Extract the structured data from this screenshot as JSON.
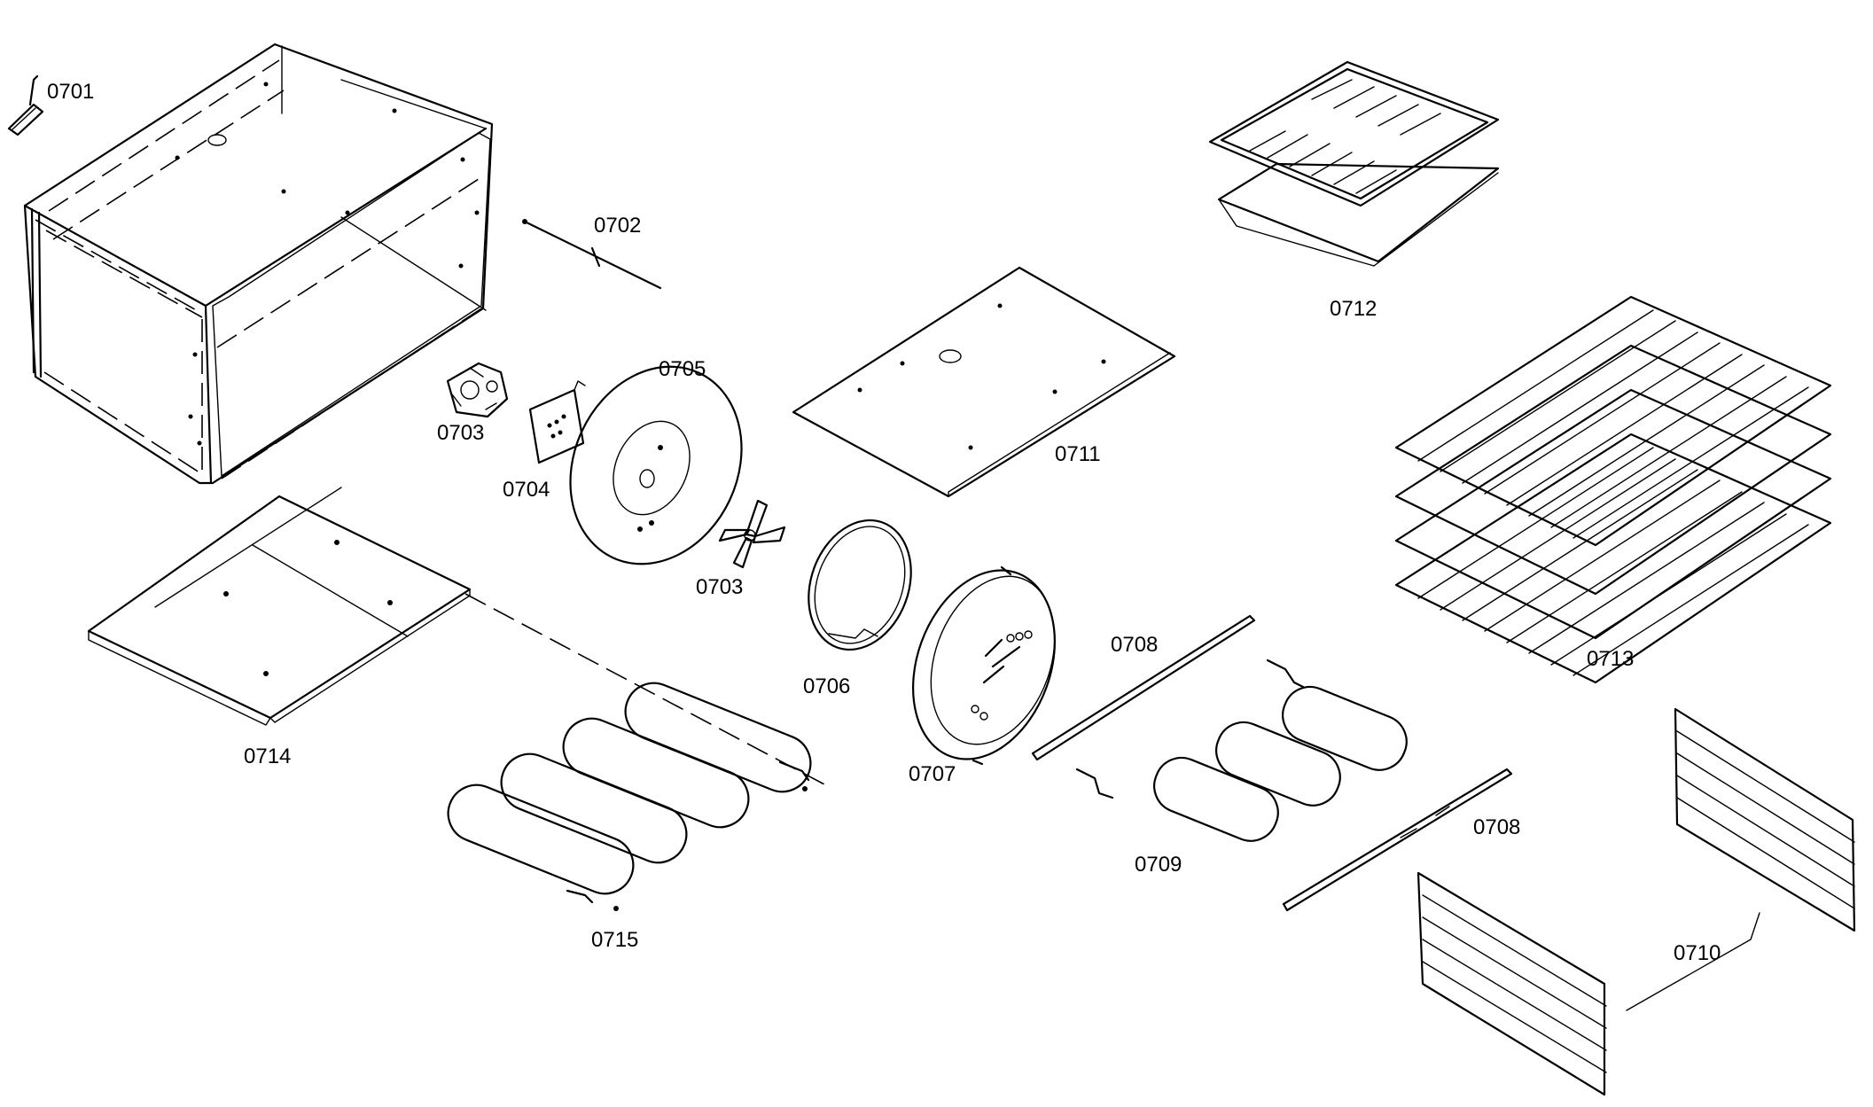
{
  "diagram": {
    "labels": {
      "p0701": "0701",
      "p0702": "0702",
      "p0703a": "0703",
      "p0703b": "0703",
      "p0704": "0704",
      "p0705": "0705",
      "p0706": "0706",
      "p0707": "0707",
      "p0708a": "0708",
      "p0708b": "0708",
      "p0709": "0709",
      "p0710": "0710",
      "p0711": "0711",
      "p0712": "0712",
      "p0713": "0713",
      "p0714": "0714",
      "p0715": "0715"
    }
  }
}
